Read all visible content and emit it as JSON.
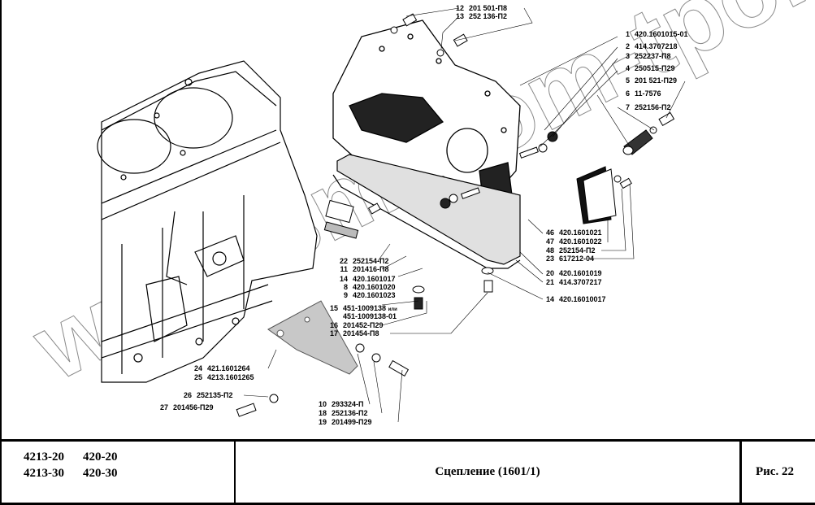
{
  "document": {
    "watermark": "www.smdrom-tpo.kz",
    "callouts": [
      {
        "num": "12",
        "part": "201 501-П8"
      },
      {
        "num": "13",
        "part": "252 136-П2"
      },
      {
        "num": "1",
        "part": "420.1601015-01"
      },
      {
        "num": "2",
        "part": "414.3707218"
      },
      {
        "num": "3",
        "part": "252237-П8"
      },
      {
        "num": "4",
        "part": "250515-П29"
      },
      {
        "num": "5",
        "part": "201 521-П29"
      },
      {
        "num": "6",
        "part": "11-7576"
      },
      {
        "num": "7",
        "part": "252156-П2"
      },
      {
        "num": "46",
        "part": "420.1601021"
      },
      {
        "num": "47",
        "part": "420.1601022"
      },
      {
        "num": "48",
        "part": "252154-П2"
      },
      {
        "num": "23",
        "part": "617212-04"
      },
      {
        "num": "20",
        "part": "420.1601019"
      },
      {
        "num": "21",
        "part": "414.3707217"
      },
      {
        "num": "14",
        "part": "420.16010017"
      },
      {
        "num": "22",
        "part": "252154-П2"
      },
      {
        "num": "11",
        "part": "201416-П8"
      },
      {
        "num": "14",
        "part": "420.1601017"
      },
      {
        "num": "8",
        "part": "420.1601020"
      },
      {
        "num": "9",
        "part": "420.1601023"
      },
      {
        "num": "15",
        "part": "451-1009138",
        "suffix": "или"
      },
      {
        "num": "",
        "part": "451-1009138-01"
      },
      {
        "num": "16",
        "part": "201452-П29"
      },
      {
        "num": "17",
        "part": "201454-П8"
      },
      {
        "num": "24",
        "part": "421.1601264"
      },
      {
        "num": "25",
        "part": "4213.1601265"
      },
      {
        "num": "26",
        "part": "252135-П2"
      },
      {
        "num": "27",
        "part": "201456-П29"
      },
      {
        "num": "10",
        "part": "293324-П"
      },
      {
        "num": "18",
        "part": "252136-П2"
      },
      {
        "num": "19",
        "part": "201499-П29"
      }
    ]
  },
  "titleblock": {
    "models": [
      [
        "4213-20",
        "420-20"
      ],
      [
        "4213-30",
        "420-30"
      ]
    ],
    "title": "Сцепление (1601/1)",
    "figure": "Рис. 22"
  }
}
